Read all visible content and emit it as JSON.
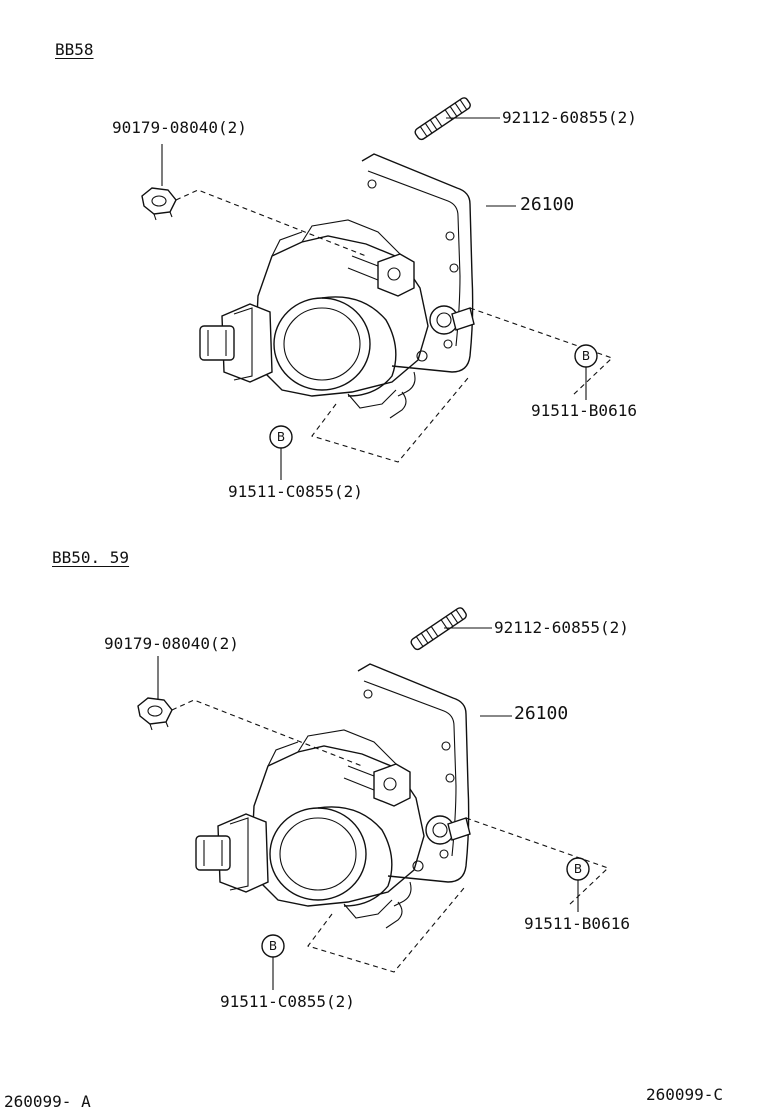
{
  "diagram": {
    "sections": [
      {
        "model": "BB58",
        "parts": {
          "nut": "90179-08040(2)",
          "stud": "92112-60855(2)",
          "throttle_body": "26100",
          "bolt_right": "91511-B0616",
          "bolt_left": "91511-C0855(2)"
        },
        "callout_letter": "B"
      },
      {
        "model": "BB50. 59",
        "parts": {
          "nut": "90179-08040(2)",
          "stud": "92112-60855(2)",
          "throttle_body": "26100",
          "bolt_right": "91511-B0616",
          "bolt_left": "91511-C0855(2)"
        },
        "callout_letter": "B"
      }
    ],
    "footer": {
      "left_code": "260099- A",
      "right_code": "260099-C"
    }
  }
}
